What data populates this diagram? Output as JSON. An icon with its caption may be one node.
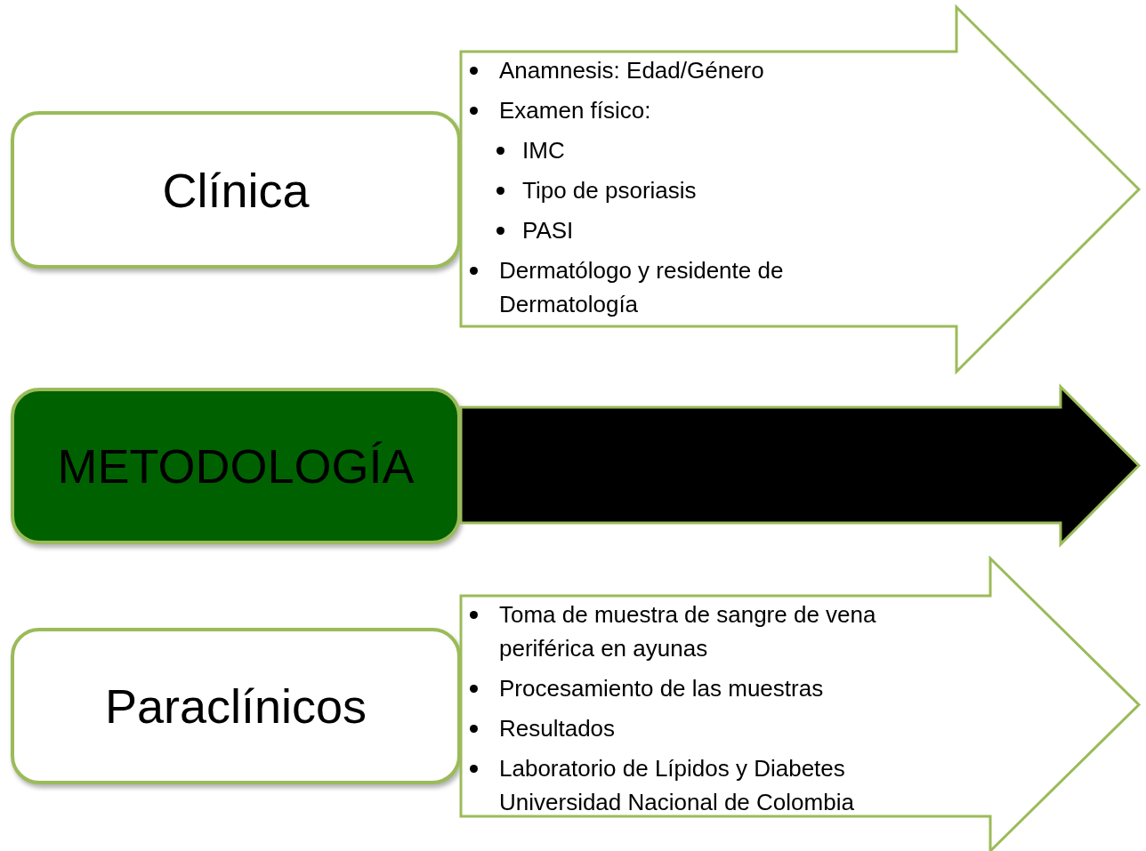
{
  "diagram": {
    "nodes": [
      {
        "text": [
          "Clínica"
        ]
      },
      {
        "text": [
          "Anamnesis: Edad/Género",
          "Examen físico:",
          "IMC",
          "Tipo de psoriasis",
          "PASI",
          "Dermatólogo y residente de Dermatología"
        ]
      },
      {
        "text": [
          "METODOLOGÍA"
        ]
      },
      {
        "text": [],
        "shape": "arrow"
      },
      {
        "text": [
          "Paraclínicos"
        ]
      },
      {
        "text": [
          "Toma de muestra de sangre de vena periférica en ayunas",
          "Procesamiento de las muestras",
          "Resultados",
          "Laboratorio de Lípidos y Diabetes Universidad Nacional de Colombia"
        ]
      }
    ]
  }
}
